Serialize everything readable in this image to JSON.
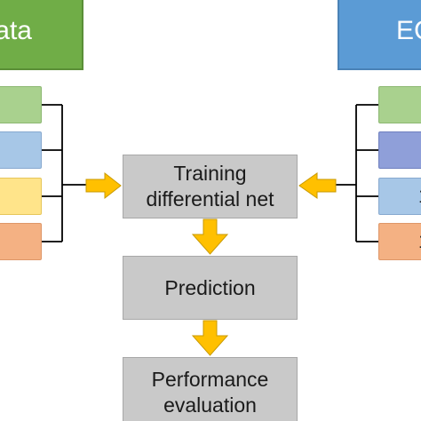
{
  "header": {
    "left_text": "ata",
    "right_text": "EC",
    "left_color": "#70ad47",
    "right_color": "#5b9bd5"
  },
  "left_items": [
    {
      "color": "#a9d18e"
    },
    {
      "color": "#a7c7e7"
    },
    {
      "color": "#ffe48a"
    },
    {
      "color": "#f4b183"
    }
  ],
  "right_items": [
    {
      "color": "#a9d18e",
      "text": ""
    },
    {
      "color": "#8f9fd9",
      "text": ""
    },
    {
      "color": "#a7c7e7",
      "text": "1"
    },
    {
      "color": "#f4b183",
      "text": "1"
    }
  ],
  "flow": {
    "training": "Training\ndifferential net",
    "prediction": "Prediction",
    "evaluation": "Performance\nevaluation"
  },
  "colors": {
    "arrow": "#ffc000",
    "process_box": "#c9c9c9",
    "connector": "#000000"
  }
}
